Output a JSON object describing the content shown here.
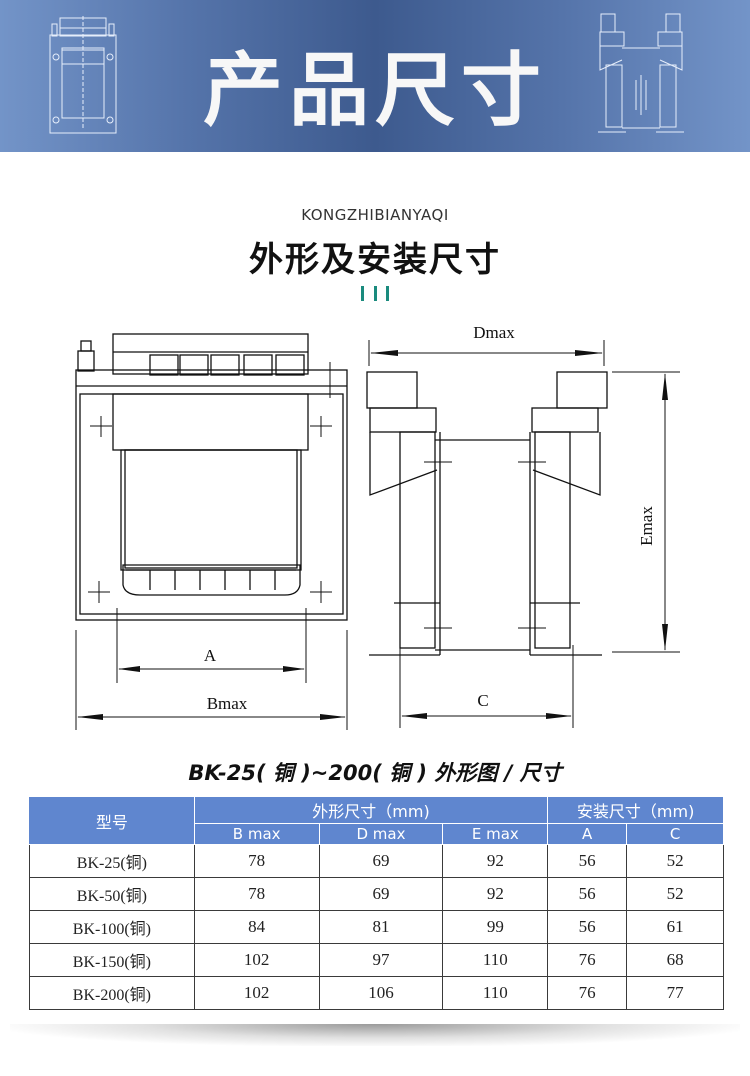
{
  "banner": {
    "title": "产品尺寸",
    "left_art": "transformer-front-view-outline",
    "right_art": "transformer-side-view-outline",
    "colors": {
      "edge": "#7394c8",
      "center": "#3d5a8e",
      "text": "#f7f7f7"
    }
  },
  "section": {
    "subtitle": "KONGZHIBIANYAQI",
    "heading": "外形及安装尺寸",
    "decoration": "III",
    "accent_color": "#1a8b7e"
  },
  "drawing": {
    "front_view": {
      "labels": {
        "a": "A",
        "bmax": "Bmax"
      }
    },
    "side_view": {
      "labels": {
        "dmax": "Dmax",
        "emax": "Emax",
        "c": "C"
      }
    }
  },
  "caption": "BK-25( 铜 )~200( 铜 ) 外形图 / 尺寸",
  "table": {
    "header_color": "#5f86cf",
    "model_header": "型号",
    "group_headers": [
      "外形尺寸（mm)",
      "安装尺寸（mm)"
    ],
    "columns": [
      "B max",
      "D max",
      "E max",
      "A",
      "C"
    ],
    "rows": [
      {
        "model": "BK-25(铜)",
        "bmax": "78",
        "dmax": "69",
        "emax": "92",
        "a": "56",
        "c": "52"
      },
      {
        "model": "BK-50(铜)",
        "bmax": "78",
        "dmax": "69",
        "emax": "92",
        "a": "56",
        "c": "52"
      },
      {
        "model": "BK-100(铜)",
        "bmax": "84",
        "dmax": "81",
        "emax": "99",
        "a": "56",
        "c": "61"
      },
      {
        "model": "BK-150(铜)",
        "bmax": "102",
        "dmax": "97",
        "emax": "110",
        "a": "76",
        "c": "68"
      },
      {
        "model": "BK-200(铜)",
        "bmax": "102",
        "dmax": "106",
        "emax": "110",
        "a": "76",
        "c": "77"
      }
    ]
  }
}
